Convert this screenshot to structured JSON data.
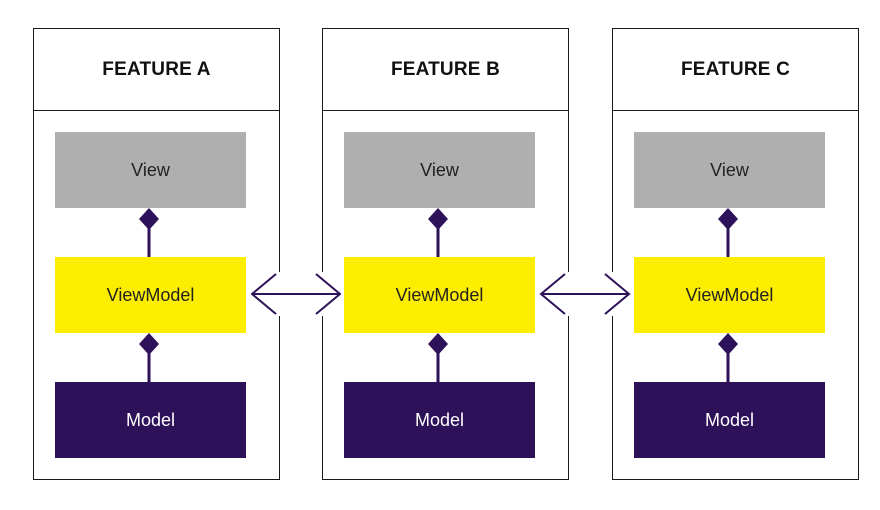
{
  "features": [
    {
      "title": "FEATURE A",
      "view": "View",
      "viewmodel": "ViewModel",
      "model": "Model"
    },
    {
      "title": "FEATURE B",
      "view": "View",
      "viewmodel": "ViewModel",
      "model": "Model"
    },
    {
      "title": "FEATURE C",
      "view": "View",
      "viewmodel": "ViewModel",
      "model": "Model"
    }
  ],
  "colors": {
    "view": "#afafaf",
    "viewmodel": "#fded00",
    "model": "#2d1159",
    "connector": "#2d1159",
    "border": "#1a1a1a"
  }
}
